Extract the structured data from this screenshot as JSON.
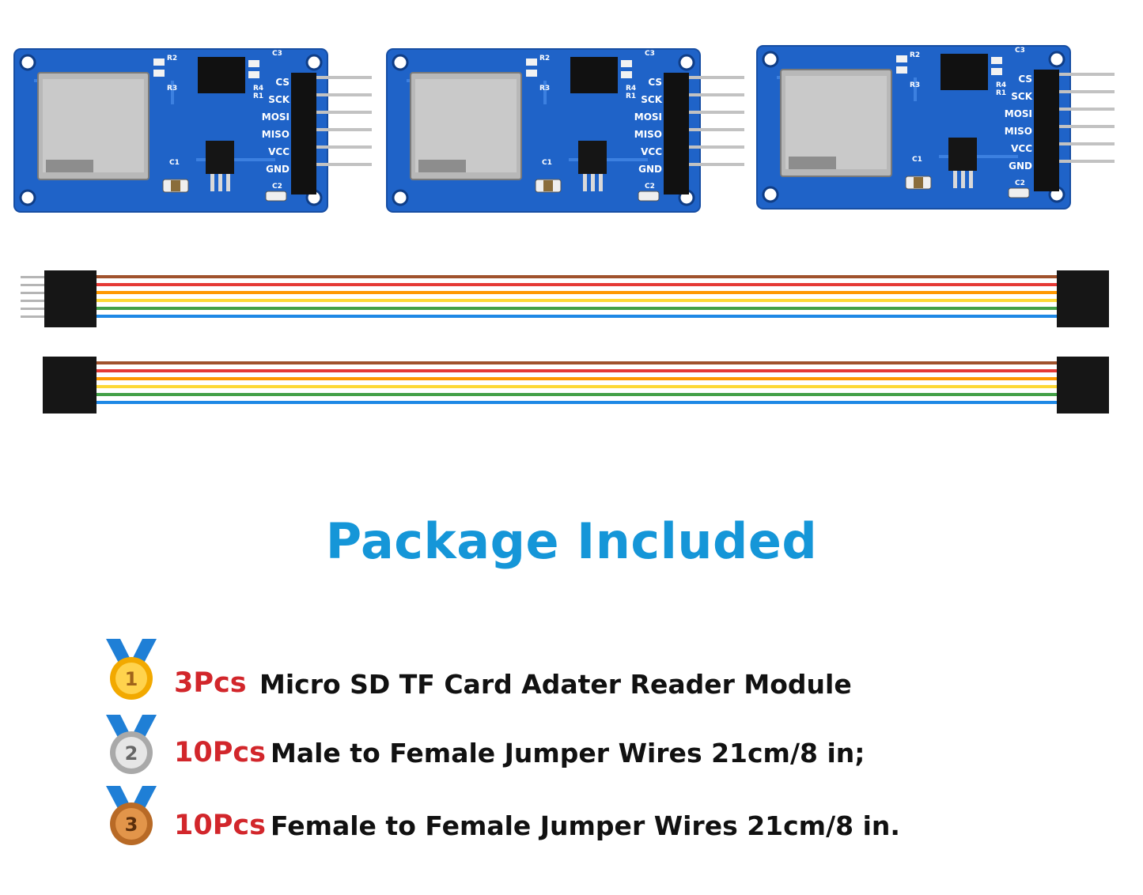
{
  "pin_labels": [
    "CS",
    "SCK",
    "MOSI",
    "MISO",
    "VCC",
    "GND"
  ],
  "component_labels": {
    "r2": "R2",
    "r3": "R3",
    "r4": "R4",
    "r1": "R1",
    "c1": "C1",
    "c2": "C2",
    "c3": "C3"
  },
  "title": "Package Included",
  "items": [
    {
      "badge": "1",
      "qty": "3Pcs",
      "text": "Micro SD TF Card Adater Reader Module",
      "medal": "gold"
    },
    {
      "badge": "2",
      "qty": "10Pcs",
      "text": "Male to Female Jumper Wires 21cm/8 in;",
      "medal": "silver"
    },
    {
      "badge": "3",
      "qty": "10Pcs",
      "text": "Female to Female Jumper Wires 21cm/8 in.",
      "medal": "bronze"
    }
  ],
  "colors": {
    "pcb": "#1f63c8",
    "title": "#1596d8",
    "qty": "#d2262b",
    "wires": [
      "#a0522d",
      "#e53935",
      "#ff9800",
      "#fdd835",
      "#43a047",
      "#1e88e5"
    ]
  }
}
